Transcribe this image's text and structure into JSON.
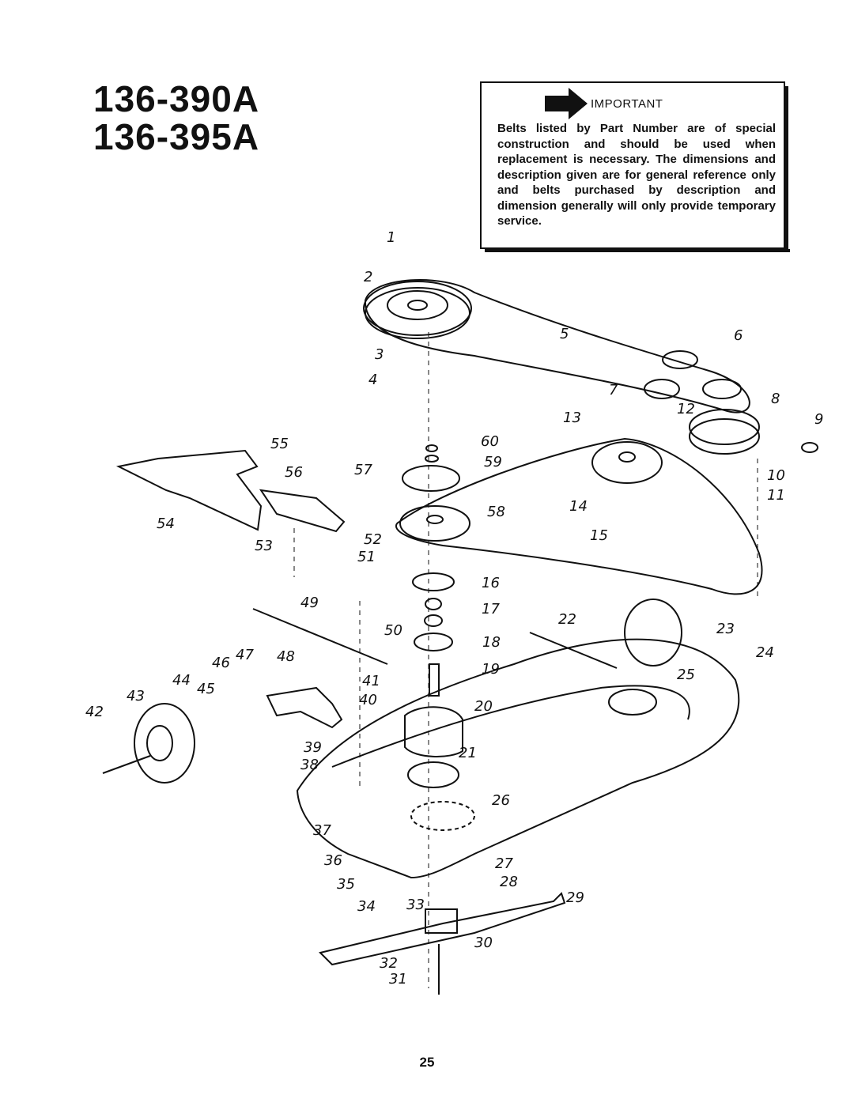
{
  "models": [
    "136-390A",
    "136-395A"
  ],
  "notice": {
    "heading": "IMPORTANT",
    "text": "Belts listed by Part Number are of special construction and should be used when replacement is necessary. The dimensions and description given are for general reference only and belts purchased by description and dimension generally will only provide temporary service."
  },
  "callouts": [
    "1",
    "2",
    "3",
    "4",
    "5",
    "6",
    "7",
    "8",
    "9",
    "10",
    "11",
    "12",
    "13",
    "14",
    "15",
    "16",
    "17",
    "18",
    "19",
    "20",
    "21",
    "22",
    "23",
    "24",
    "25",
    "26",
    "27",
    "28",
    "29",
    "30",
    "31",
    "32",
    "33",
    "34",
    "35",
    "36",
    "37",
    "38",
    "39",
    "40",
    "41",
    "42",
    "43",
    "44",
    "45",
    "46",
    "47",
    "48",
    "49",
    "50",
    "51",
    "52",
    "53",
    "54",
    "55",
    "56",
    "57",
    "58",
    "59",
    "60"
  ],
  "page_number": "25"
}
